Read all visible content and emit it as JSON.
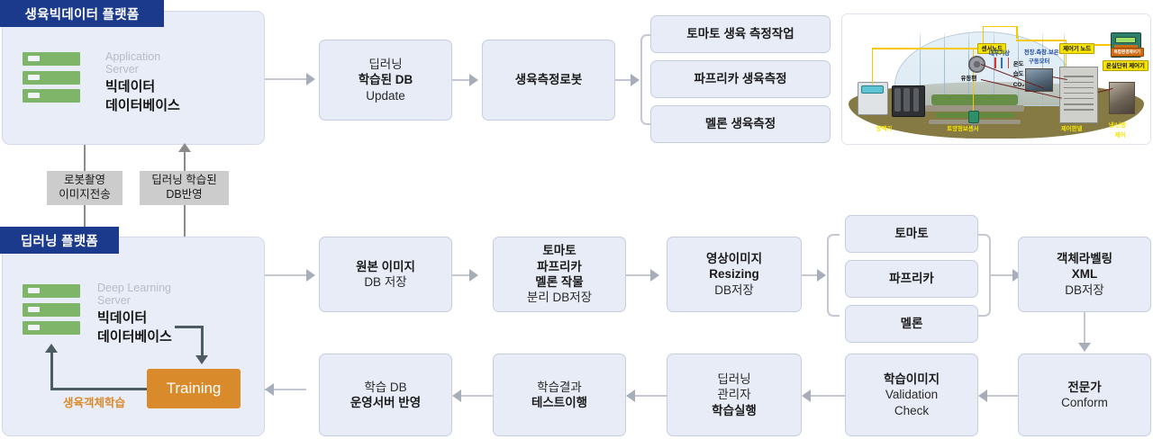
{
  "platforms": {
    "top": {
      "title": "생육빅데이터 플랫폼",
      "server": {
        "role_line1": "Application",
        "role_line2": "Server",
        "name_line1": "빅데이터",
        "name_line2": "데이터베이스",
        "icon": "server-rack-icon"
      }
    },
    "bottom": {
      "title": "딥러닝 플랫폼",
      "server": {
        "role_line1": "Deep Learning",
        "role_line2": "Server",
        "name_line1": "빅데이터",
        "name_line2": "데이터베이스",
        "icon": "server-rack-icon"
      },
      "training_box": "Training",
      "training_loop_label": "생육객체학습"
    }
  },
  "connector_chips": [
    {
      "line1": "로봇촬영",
      "line2": "이미지전송"
    },
    {
      "line1": "딥러닝 학습된",
      "line2": "DB반영"
    }
  ],
  "top_flow": [
    {
      "name": "deep-learning-db-update",
      "lines": [
        {
          "text": "딥러닝",
          "bold": false
        },
        {
          "text": "학습된 DB",
          "bold": true
        },
        {
          "text": "Update",
          "bold": false
        }
      ]
    },
    {
      "name": "growth-measurement-robot",
      "lines": [
        {
          "text": "생육측정로봇",
          "bold": true
        }
      ]
    }
  ],
  "top_branch": [
    {
      "name": "tomato-growth-measurement-task",
      "lines": [
        {
          "text": "토마토 생육 측정작업",
          "bold": true
        }
      ]
    },
    {
      "name": "paprika-growth-measurement",
      "lines": [
        {
          "text": "파프리카 생육측정",
          "bold": true
        }
      ]
    },
    {
      "name": "melon-growth-measurement",
      "lines": [
        {
          "text": "멜론 생육측정",
          "bold": true
        }
      ]
    }
  ],
  "middle_flow": [
    {
      "name": "original-image-db-save",
      "lines": [
        {
          "text": "원본 이미지",
          "bold": true
        },
        {
          "text": "DB 저장",
          "bold": false
        }
      ]
    },
    {
      "name": "crop-separation-db-save",
      "lines": [
        {
          "text": "토마토",
          "bold": true
        },
        {
          "text": "파프리카",
          "bold": true
        },
        {
          "text": "멜론 작물",
          "bold": true
        },
        {
          "text": "분리 DB저장",
          "bold": false
        }
      ]
    },
    {
      "name": "image-resizing-db-save",
      "lines": [
        {
          "text": "영상이미지",
          "bold": true
        },
        {
          "text": "Resizing",
          "bold": true
        },
        {
          "text": "DB저장",
          "bold": false
        }
      ]
    }
  ],
  "middle_branch": [
    {
      "name": "crop-tomato",
      "lines": [
        {
          "text": "토마토",
          "bold": true
        }
      ]
    },
    {
      "name": "crop-paprika",
      "lines": [
        {
          "text": "파프리카",
          "bold": true
        }
      ]
    },
    {
      "name": "crop-melon",
      "lines": [
        {
          "text": "멜론",
          "bold": true
        }
      ]
    }
  ],
  "object_labeling": {
    "name": "object-labeling-xml-db-save",
    "lines": [
      {
        "text": "객체라벨링",
        "bold": true
      },
      {
        "text": "XML",
        "bold": true
      },
      {
        "text": "DB저장",
        "bold": false
      }
    ]
  },
  "bottom_flow": [
    {
      "name": "expert-conform",
      "lines": [
        {
          "text": "전문가",
          "bold": true
        },
        {
          "text": "Conform",
          "bold": false
        }
      ]
    },
    {
      "name": "training-image-validation-check",
      "lines": [
        {
          "text": "학습이미지",
          "bold": true
        },
        {
          "text": "Validation",
          "bold": false
        },
        {
          "text": "Check",
          "bold": false
        }
      ]
    },
    {
      "name": "deep-learning-manager-training-run",
      "lines": [
        {
          "text": "딥러닝",
          "bold": false
        },
        {
          "text": "관리자",
          "bold": false
        },
        {
          "text": "학습실행",
          "bold": true
        }
      ]
    },
    {
      "name": "training-result-test-execution",
      "lines": [
        {
          "text": "학습결과",
          "bold": false
        },
        {
          "text": "테스트이행",
          "bold": true
        }
      ]
    },
    {
      "name": "training-db-operation-server-apply",
      "lines": [
        {
          "text": "학습 DB",
          "bold": false
        },
        {
          "text": "운영서버 반영",
          "bold": true
        }
      ]
    }
  ],
  "greenhouse": {
    "title": "greenhouse-smart-farm-illustration",
    "tags": [
      {
        "name": "sensor-node-tag",
        "text": "센서노드"
      },
      {
        "name": "controller-node-tag",
        "text": "제어기 노드"
      },
      {
        "name": "greenhouse-unit-controller-tag",
        "text": "온실단위 제어기"
      },
      {
        "name": "controller-device-tag",
        "text": "복합환경제어기"
      }
    ],
    "labels": [
      {
        "name": "internal-weather-label",
        "text": "내부기상"
      },
      {
        "name": "temperature-label",
        "text": "온도"
      },
      {
        "name": "humidity-label",
        "text": "습도"
      },
      {
        "name": "co2-label",
        "text": "CO₂"
      },
      {
        "name": "ceiling-side-insulation-label-1",
        "text": "천장.측창.보온"
      },
      {
        "name": "ceiling-side-insulation-label-2",
        "text": "구동모터"
      },
      {
        "name": "circulation-fan-label",
        "text": "유동팬"
      },
      {
        "name": "nutrient-supply-label",
        "text": "양액기"
      },
      {
        "name": "soil-information-sensor-label",
        "text": "토양정보센서"
      },
      {
        "name": "control-panel-label",
        "text": "제어판넬"
      },
      {
        "name": "cooling-heating-control-label-1",
        "text": "냉/난방"
      },
      {
        "name": "cooling-heating-control-label-2",
        "text": "제어"
      }
    ]
  },
  "colors": {
    "panel_title_bg": "#1b3a8c",
    "node_bg": "#e8ecf7",
    "node_border": "#c7cde0",
    "chip_bg": "#cccccc",
    "training_bg": "#d98a2b",
    "server_green": "#7fb569",
    "connector": "#c5c8d2"
  }
}
